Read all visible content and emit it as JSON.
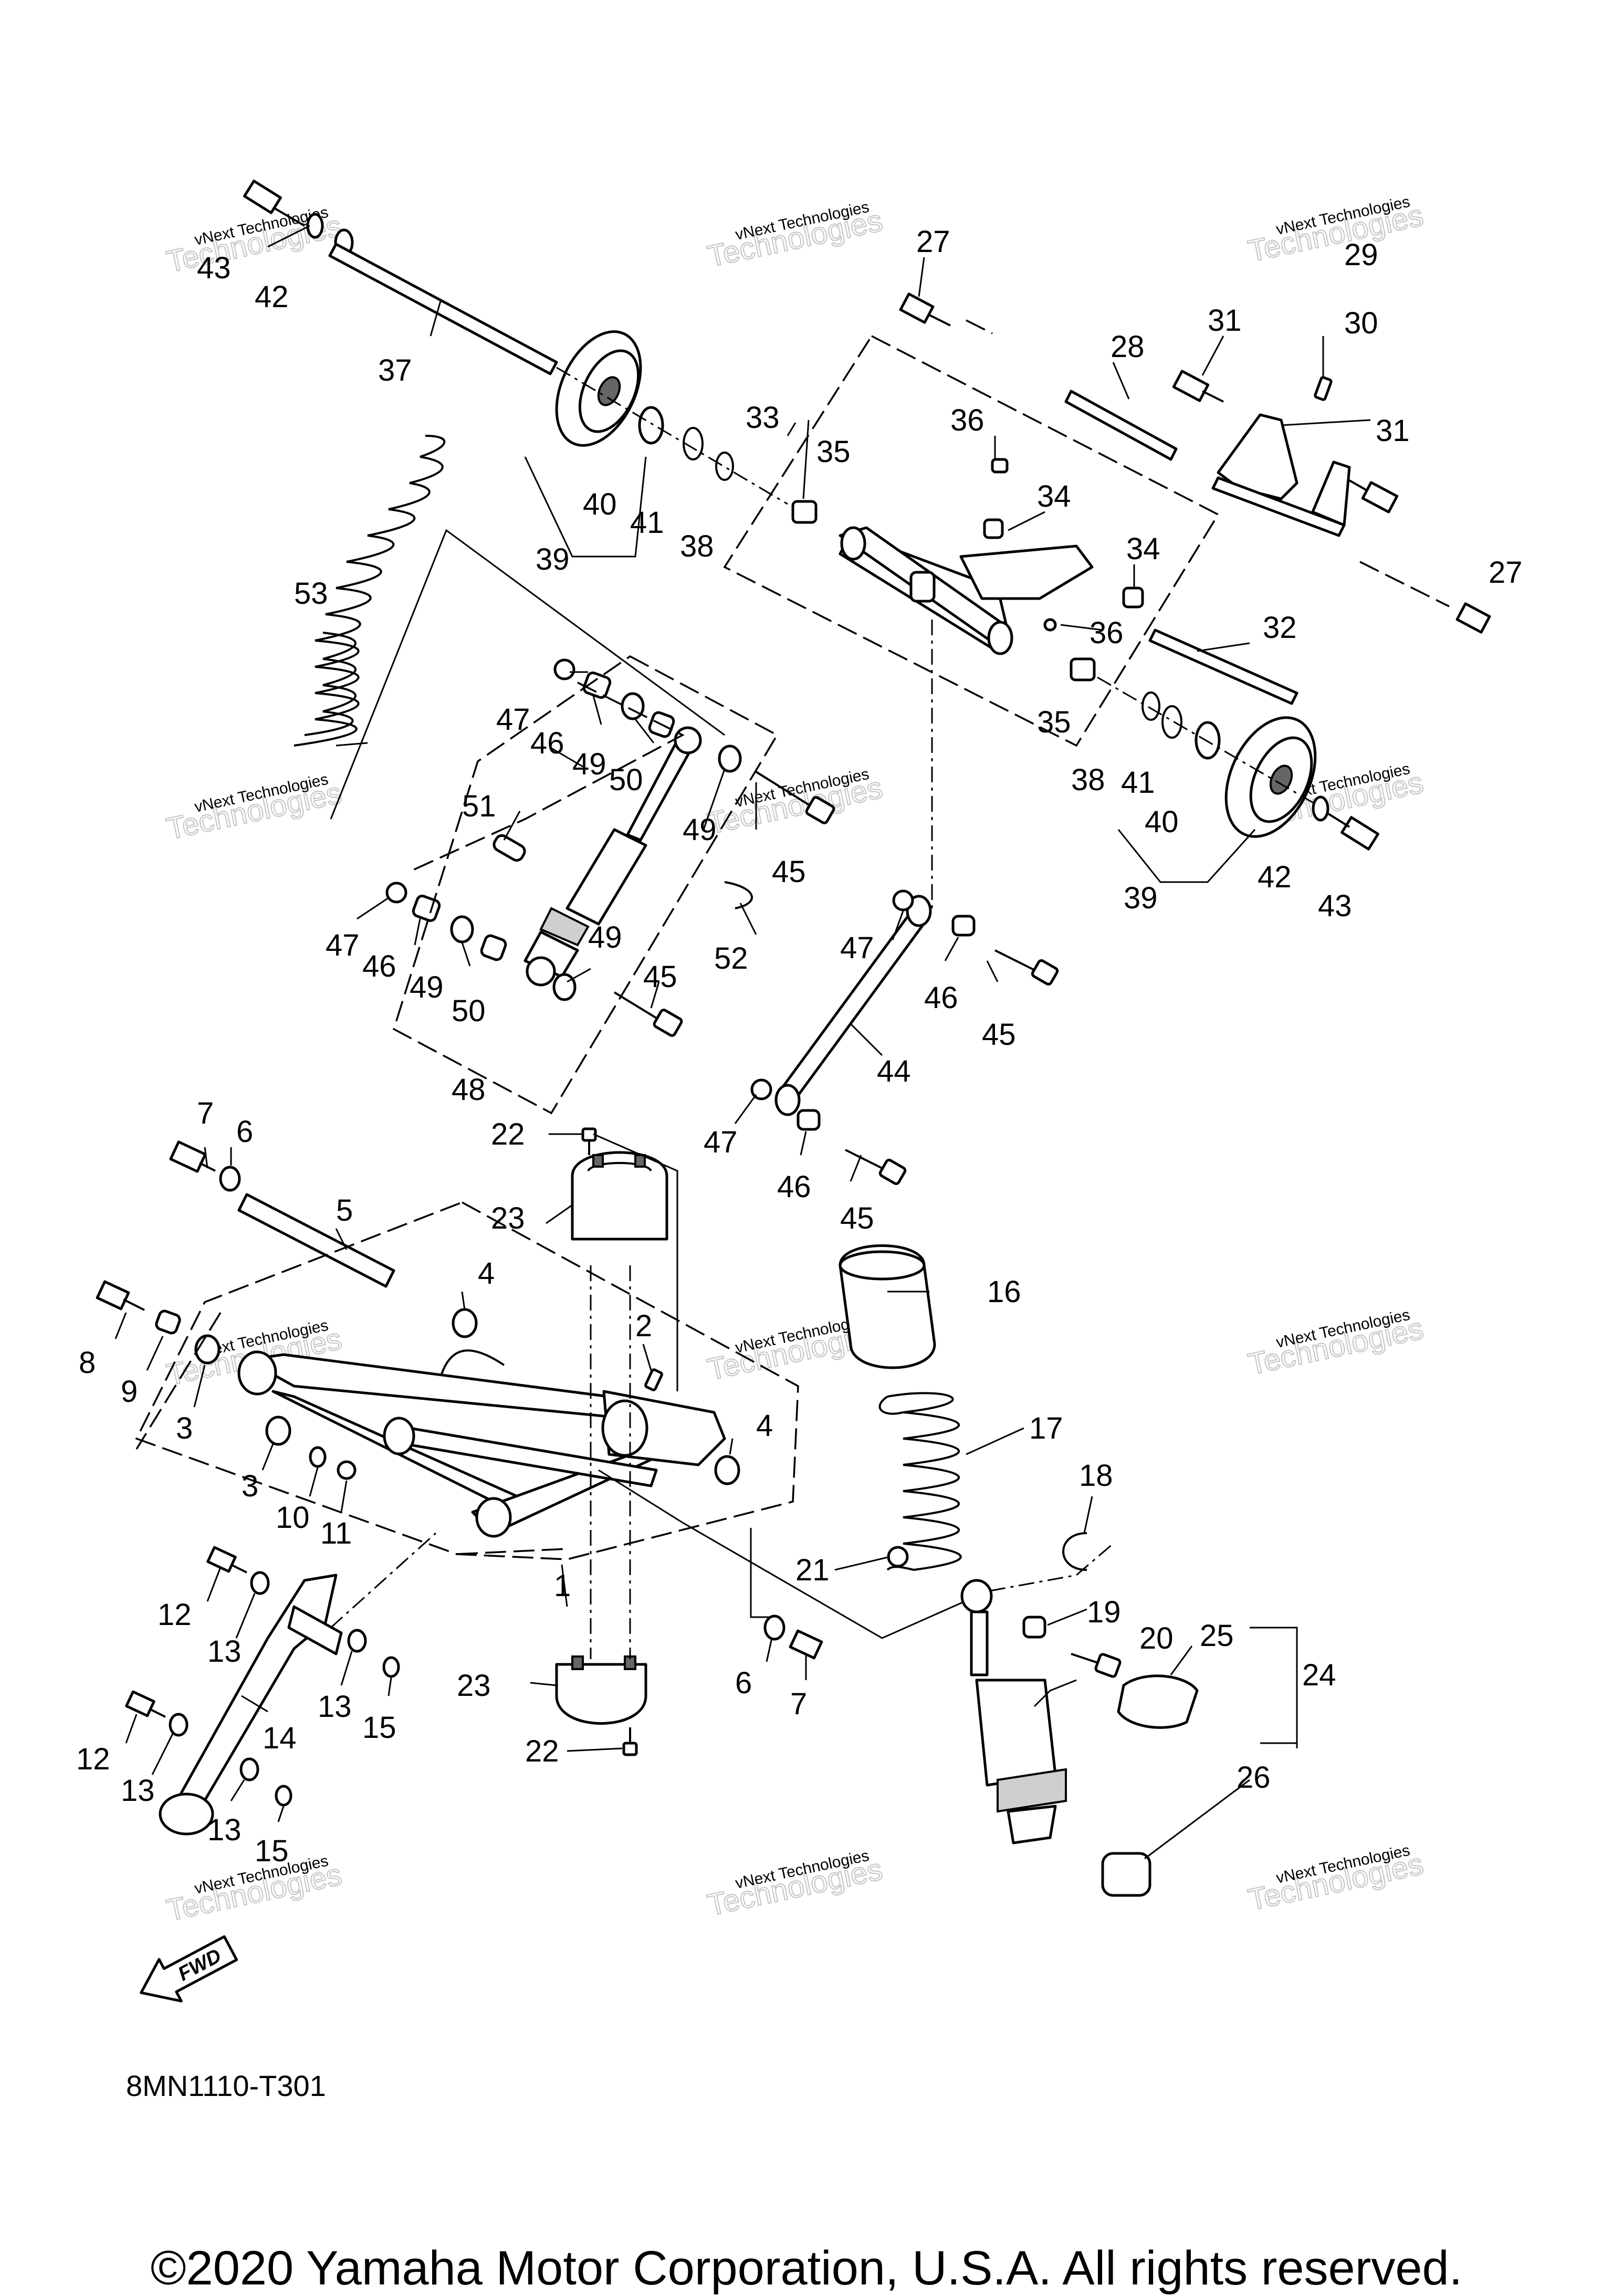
{
  "diagram_code": "8MN1110-T301",
  "copyright": "©2020 Yamaha Motor Corporation, U.S.A. All rights reserved.",
  "direction_badge": "FWD",
  "watermark": {
    "line1": "vNext Technologies",
    "line2": "Technologies"
  },
  "callouts": {
    "c1": "1",
    "c2": "2",
    "c3a": "3",
    "c3b": "3",
    "c4a": "4",
    "c4b": "4",
    "c5": "5",
    "c6a": "6",
    "c6b": "6",
    "c7a": "7",
    "c7b": "7",
    "c8": "8",
    "c9": "9",
    "c10": "10",
    "c11": "11",
    "c12a": "12",
    "c12b": "12",
    "c13a": "13",
    "c13b": "13",
    "c13c": "13",
    "c13d": "13",
    "c14": "14",
    "c15a": "15",
    "c15b": "15",
    "c16": "16",
    "c17": "17",
    "c18": "18",
    "c19": "19",
    "c20": "20",
    "c21": "21",
    "c22a": "22",
    "c22b": "22",
    "c23a": "23",
    "c23b": "23",
    "c24": "24",
    "c25": "25",
    "c26": "26",
    "c27a": "27",
    "c27b": "27",
    "c28": "28",
    "c29": "29",
    "c30": "30",
    "c31a": "31",
    "c31b": "31",
    "c32": "32",
    "c33": "33",
    "c34a": "34",
    "c34b": "34",
    "c35a": "35",
    "c35b": "35",
    "c36a": "36",
    "c36b": "36",
    "c37": "37",
    "c38a": "38",
    "c38b": "38",
    "c39a": "39",
    "c39b": "39",
    "c40a": "40",
    "c40b": "40",
    "c41a": "41",
    "c41b": "41",
    "c42a": "42",
    "c42b": "42",
    "c43a": "43",
    "c43b": "43",
    "c44": "44",
    "c45a": "45",
    "c45b": "45",
    "c45c": "45",
    "c45d": "45",
    "c46a": "46",
    "c46b": "46",
    "c46c": "46",
    "c46d": "46",
    "c47a": "47",
    "c47b": "47",
    "c47c": "47",
    "c47d": "47",
    "c48": "48",
    "c49a": "49",
    "c49b": "49",
    "c49c": "49",
    "c49d": "49",
    "c50a": "50",
    "c50b": "50",
    "c51": "51",
    "c52": "52",
    "c53": "53"
  }
}
